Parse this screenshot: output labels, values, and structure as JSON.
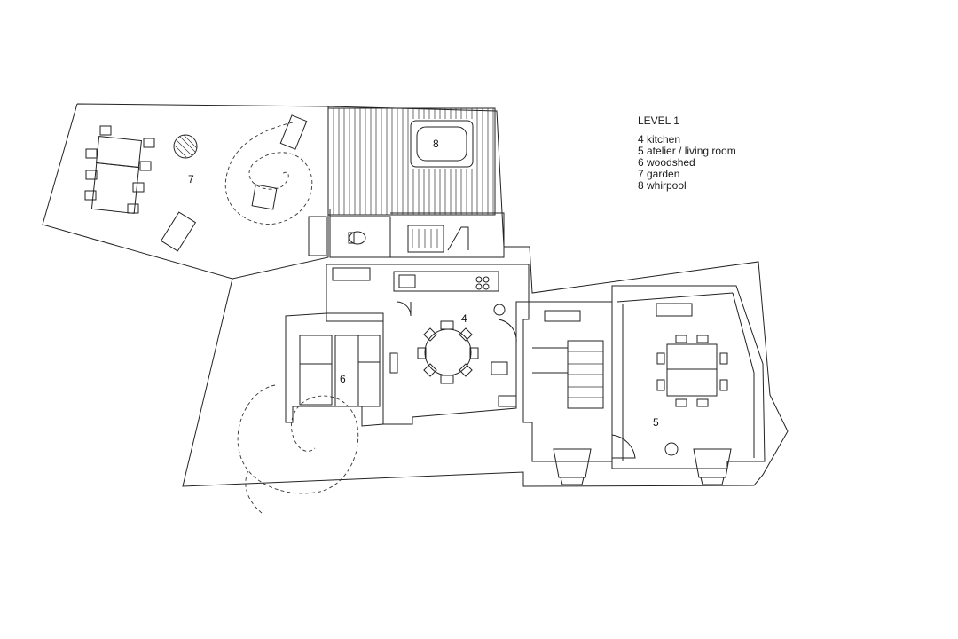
{
  "legend": {
    "title": "LEVEL 1",
    "items": [
      {
        "number": "4",
        "text": "4 kitchen"
      },
      {
        "number": "5",
        "text": "5 atelier / living room"
      },
      {
        "number": "6",
        "text": "6 woodshed"
      },
      {
        "number": "7",
        "text": "7 garden"
      },
      {
        "number": "8",
        "text": "8 whirpool"
      }
    ]
  },
  "room_labels": {
    "kitchen": "4",
    "atelier": "5",
    "woodshed": "6",
    "garden": "7",
    "whirpool": "8"
  }
}
